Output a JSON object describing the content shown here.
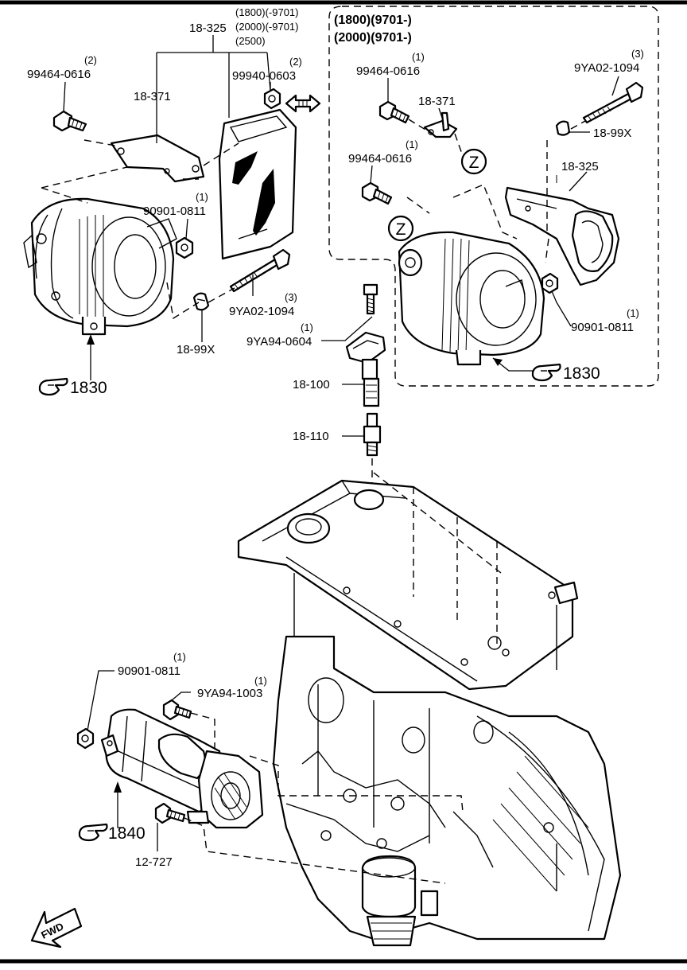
{
  "callouts": {
    "p18_325_top": "18-325",
    "p18_325_top_cond1": "(1800)(-9701)",
    "p18_325_top_cond2": "(2000)(-9701)",
    "p18_325_top_cond3": "(2500)",
    "p99464_left": "99464-0616",
    "p99464_left_qty": "(2)",
    "p18_371_left": "18-371",
    "p99940": "99940-0603",
    "p99940_qty": "(2)",
    "p90901_left": "90901-0811",
    "p90901_left_qty": "(1)",
    "p9ya02_left": "9YA02-1094",
    "p9ya02_left_qty": "(3)",
    "p18_99x_left": "18-99X",
    "ref_1830_left": "1830",
    "p9ya94_0604": "9YA94-0604",
    "p9ya94_0604_qty": "(1)",
    "p18_100": "18-100",
    "p18_110": "18-110",
    "p90901_starter": "90901-0811",
    "p90901_starter_qty": "(1)",
    "p9ya94_1003": "9YA94-1003",
    "p9ya94_1003_qty": "(1)",
    "ref_1840": "1840",
    "p12_727": "12-727"
  },
  "inset": {
    "header_line1": "(1800)(9701-)",
    "header_line2": "(2000)(9701-)",
    "p99464_a": "99464-0616",
    "p99464_a_qty": "(1)",
    "p18_371": "18-371",
    "p99464_b": "99464-0616",
    "p99464_b_qty": "(1)",
    "p9ya02": "9YA02-1094",
    "p9ya02_qty": "(3)",
    "p18_99x": "18-99X",
    "p18_325": "18-325",
    "p90901": "90901-0811",
    "p90901_qty": "(1)",
    "ref_1830": "1830",
    "view_marker": "Z"
  },
  "fwd_label": "FWD"
}
